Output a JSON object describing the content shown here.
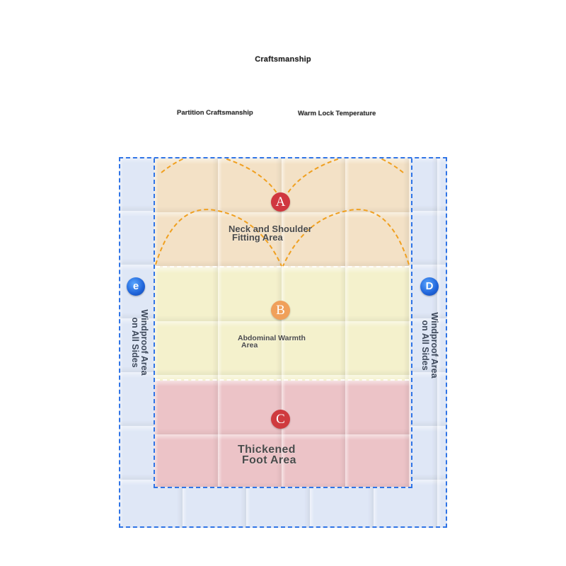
{
  "header": {
    "title": "Craftsmanship",
    "left_caption": "Partition Craftsmanship",
    "right_caption": "Warm Lock Temperature"
  },
  "zones": {
    "a": {
      "badge": "A",
      "label_line1": "Neck and Shoulder",
      "label_line2": "Fitting Area",
      "color": "#f3e1c6",
      "badge_color": "#d0363f"
    },
    "b": {
      "badge": "B",
      "label_line1": "Abdominal Warmth",
      "label_line2": "Area",
      "color": "#f4f1cc",
      "badge_color": "#f0a05a"
    },
    "c": {
      "badge": "C",
      "label_line1": "Thickened",
      "label_line2": "Foot Area",
      "color": "#ecc3c7",
      "badge_color": "#cf3a3e"
    }
  },
  "sides": {
    "left": {
      "badge": "e",
      "label_line1": "Windproof Area",
      "label_line2": "on All Sides",
      "icon": "blue-circle-badge-icon"
    },
    "right": {
      "badge": "D",
      "label_line1": "Windproof Area",
      "label_line2": "on All Sides",
      "icon": "blue-circle-badge-icon"
    }
  },
  "colors": {
    "outer_border_zone": "#dfe7f6",
    "dashed_border": "#2f74e6",
    "arc_lines": "#f0a020"
  }
}
